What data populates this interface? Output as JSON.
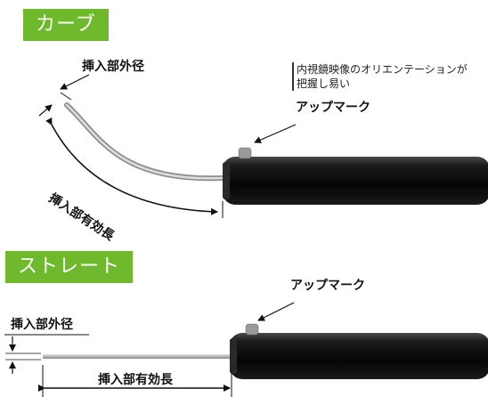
{
  "curve": {
    "title": "カーブ",
    "outer_diameter": "挿入部外径",
    "note_line1": "内視鏡映像のオリエンテーションが",
    "note_line2": "把握し易い",
    "up_mark": "アップマーク",
    "effective_length": "挿入部有効長"
  },
  "straight": {
    "title": "ストレート",
    "up_mark": "アップマーク",
    "outer_diameter": "挿入部外径",
    "effective_length": "挿入部有効長"
  },
  "colors": {
    "tag_green": "#6fba2c",
    "handle_black": "#111111",
    "shaft_silver": "#b8b8b8"
  }
}
